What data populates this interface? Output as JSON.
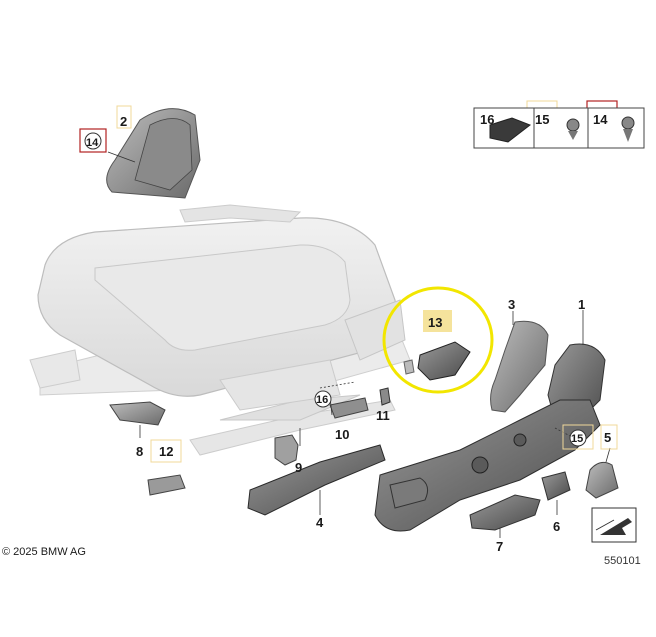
{
  "copyright": "© 2025 BMW AG",
  "diagram_number": "550101",
  "parts": {
    "p1": "1",
    "p2": "2",
    "p3": "3",
    "p4": "4",
    "p5": "5",
    "p6": "6",
    "p7": "7",
    "p8": "8",
    "p9": "9",
    "p10": "10",
    "p11": "11",
    "p12": "12",
    "p13": "13",
    "p14": "14",
    "p15": "15",
    "p16": "16"
  },
  "inset": {
    "a": "16",
    "b": "15",
    "c": "14"
  },
  "colors": {
    "highlight_ring": "#f2e600",
    "highlight_fill": "#f5e39c",
    "red_box": "#b22222",
    "yellow_box": "#f0d89a"
  }
}
